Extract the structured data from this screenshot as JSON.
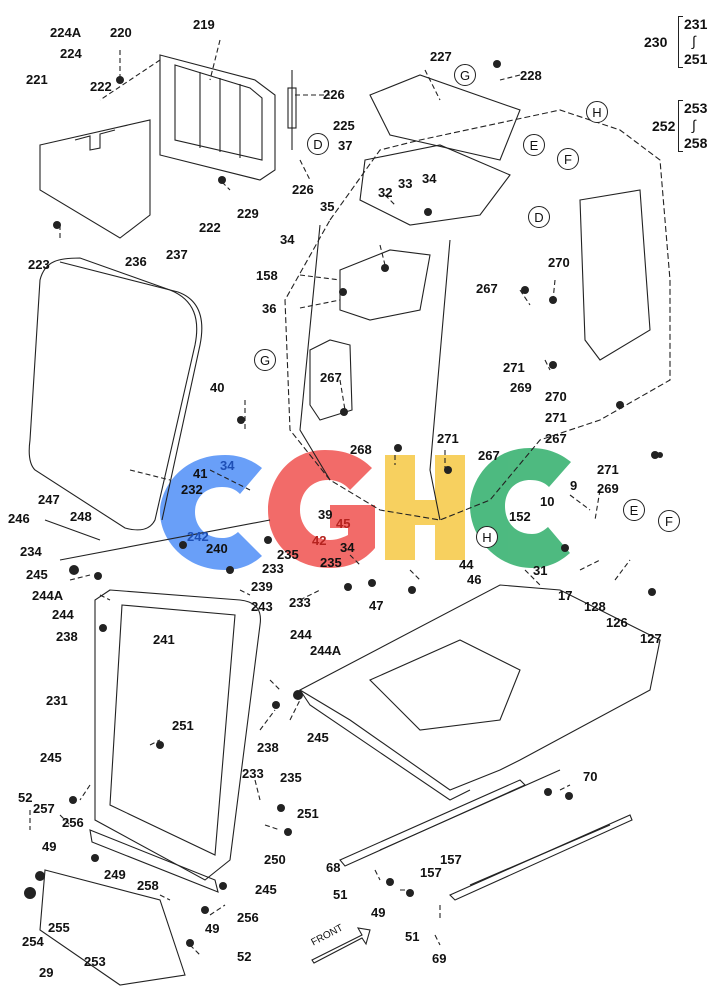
{
  "callouts": [
    {
      "id": "c224A",
      "text": "224A"
    },
    {
      "id": "c220",
      "text": "220"
    },
    {
      "id": "c219",
      "text": "219"
    },
    {
      "id": "c224",
      "text": "224"
    },
    {
      "id": "c221",
      "text": "221"
    },
    {
      "id": "c222a",
      "text": "222"
    },
    {
      "id": "c226a",
      "text": "226"
    },
    {
      "id": "c225",
      "text": "225"
    },
    {
      "id": "c37",
      "text": "37"
    },
    {
      "id": "c226b",
      "text": "226"
    },
    {
      "id": "c229",
      "text": "229"
    },
    {
      "id": "c222b",
      "text": "222"
    },
    {
      "id": "c223",
      "text": "223"
    },
    {
      "id": "c227",
      "text": "227"
    },
    {
      "id": "c228",
      "text": "228"
    },
    {
      "id": "c32",
      "text": "32"
    },
    {
      "id": "c33",
      "text": "33"
    },
    {
      "id": "c34a",
      "text": "34"
    },
    {
      "id": "c35",
      "text": "35"
    },
    {
      "id": "c236",
      "text": "236"
    },
    {
      "id": "c237",
      "text": "237"
    },
    {
      "id": "c34b",
      "text": "34"
    },
    {
      "id": "c158",
      "text": "158"
    },
    {
      "id": "c36",
      "text": "36"
    },
    {
      "id": "c267a",
      "text": "267"
    },
    {
      "id": "c270a",
      "text": "270"
    },
    {
      "id": "c271a",
      "text": "271"
    },
    {
      "id": "c269a",
      "text": "269"
    },
    {
      "id": "c270b",
      "text": "270"
    },
    {
      "id": "c271b",
      "text": "271"
    },
    {
      "id": "c267b",
      "text": "267"
    },
    {
      "id": "c40",
      "text": "40"
    },
    {
      "id": "c267c",
      "text": "267"
    },
    {
      "id": "c268",
      "text": "268"
    },
    {
      "id": "c271c",
      "text": "271"
    },
    {
      "id": "c267d",
      "text": "267"
    },
    {
      "id": "c271d",
      "text": "271"
    },
    {
      "id": "c269b",
      "text": "269"
    },
    {
      "id": "c41",
      "text": "41"
    },
    {
      "id": "c232",
      "text": "232"
    },
    {
      "id": "c247",
      "text": "247"
    },
    {
      "id": "c248",
      "text": "248"
    },
    {
      "id": "c246",
      "text": "246"
    },
    {
      "id": "c39",
      "text": "39"
    },
    {
      "id": "c9",
      "text": "9"
    },
    {
      "id": "c10",
      "text": "10"
    },
    {
      "id": "c152",
      "text": "152"
    },
    {
      "id": "c234",
      "text": "234"
    },
    {
      "id": "c240",
      "text": "240"
    },
    {
      "id": "c235a",
      "text": "235"
    },
    {
      "id": "c34c",
      "text": "34"
    },
    {
      "id": "c245a",
      "text": "245"
    },
    {
      "id": "c244Aa",
      "text": "244A"
    },
    {
      "id": "c233a",
      "text": "233"
    },
    {
      "id": "c239",
      "text": "239"
    },
    {
      "id": "c235b",
      "text": "235"
    },
    {
      "id": "c44",
      "text": "44"
    },
    {
      "id": "c46",
      "text": "46"
    },
    {
      "id": "c31",
      "text": "31"
    },
    {
      "id": "c17",
      "text": "17"
    },
    {
      "id": "c128",
      "text": "128"
    },
    {
      "id": "c126",
      "text": "126"
    },
    {
      "id": "c127",
      "text": "127"
    },
    {
      "id": "c244a",
      "text": "244"
    },
    {
      "id": "c238a",
      "text": "238"
    },
    {
      "id": "c243",
      "text": "243"
    },
    {
      "id": "c233b",
      "text": "233"
    },
    {
      "id": "c47",
      "text": "47"
    },
    {
      "id": "c241",
      "text": "241"
    },
    {
      "id": "c244b",
      "text": "244"
    },
    {
      "id": "c244Ab",
      "text": "244A"
    },
    {
      "id": "c231",
      "text": "231"
    },
    {
      "id": "c251a",
      "text": "251"
    },
    {
      "id": "c238b",
      "text": "238"
    },
    {
      "id": "c245b",
      "text": "245"
    },
    {
      "id": "c245c",
      "text": "245"
    },
    {
      "id": "c233c",
      "text": "233"
    },
    {
      "id": "c235c",
      "text": "235"
    },
    {
      "id": "c70",
      "text": "70"
    },
    {
      "id": "c52a",
      "text": "52"
    },
    {
      "id": "c257",
      "text": "257"
    },
    {
      "id": "c251b",
      "text": "251"
    },
    {
      "id": "c256a",
      "text": "256"
    },
    {
      "id": "c49a",
      "text": "49"
    },
    {
      "id": "c250",
      "text": "250"
    },
    {
      "id": "c249",
      "text": "249"
    },
    {
      "id": "c68",
      "text": "68"
    },
    {
      "id": "c157a",
      "text": "157"
    },
    {
      "id": "c157b",
      "text": "157"
    },
    {
      "id": "c245d",
      "text": "245"
    },
    {
      "id": "c258",
      "text": "258"
    },
    {
      "id": "c51a",
      "text": "51"
    },
    {
      "id": "c49b",
      "text": "49"
    },
    {
      "id": "c255",
      "text": "255"
    },
    {
      "id": "c256b",
      "text": "256"
    },
    {
      "id": "c254",
      "text": "254"
    },
    {
      "id": "c49c",
      "text": "49"
    },
    {
      "id": "c51b",
      "text": "51"
    },
    {
      "id": "c253",
      "text": "253"
    },
    {
      "id": "c52b",
      "text": "52"
    },
    {
      "id": "c29",
      "text": "29"
    },
    {
      "id": "c69",
      "text": "69"
    }
  ],
  "ref_circles": [
    {
      "id": "rG1",
      "text": "G"
    },
    {
      "id": "rH1",
      "text": "H"
    },
    {
      "id": "rE1",
      "text": "E"
    },
    {
      "id": "rF1",
      "text": "F"
    },
    {
      "id": "rD1",
      "text": "D"
    },
    {
      "id": "rD2",
      "text": "D"
    },
    {
      "id": "rG2",
      "text": "G"
    },
    {
      "id": "rE2",
      "text": "E"
    },
    {
      "id": "rF2",
      "text": "F"
    },
    {
      "id": "rH2",
      "text": "H"
    }
  ],
  "ranges": [
    {
      "id": "rg230",
      "label": "230",
      "from": "231",
      "sep": "∫",
      "to": "251"
    },
    {
      "id": "rg252",
      "label": "252",
      "from": "253",
      "sep": "∫",
      "to": "258"
    }
  ],
  "watermark": {
    "letters": [
      "C",
      "G",
      "H",
      "C"
    ],
    "colors": [
      "#4f8ef7",
      "#f0524f",
      "#f6c844",
      "#2fae6a"
    ],
    "overlay_numbers": [
      {
        "id": "w34",
        "text": "34"
      },
      {
        "id": "w242",
        "text": "242"
      },
      {
        "id": "w45",
        "text": "45"
      },
      {
        "id": "w42",
        "text": "42"
      }
    ]
  },
  "front_label": "FRONT",
  "colors": {
    "line": "#222222",
    "background": "#ffffff"
  }
}
